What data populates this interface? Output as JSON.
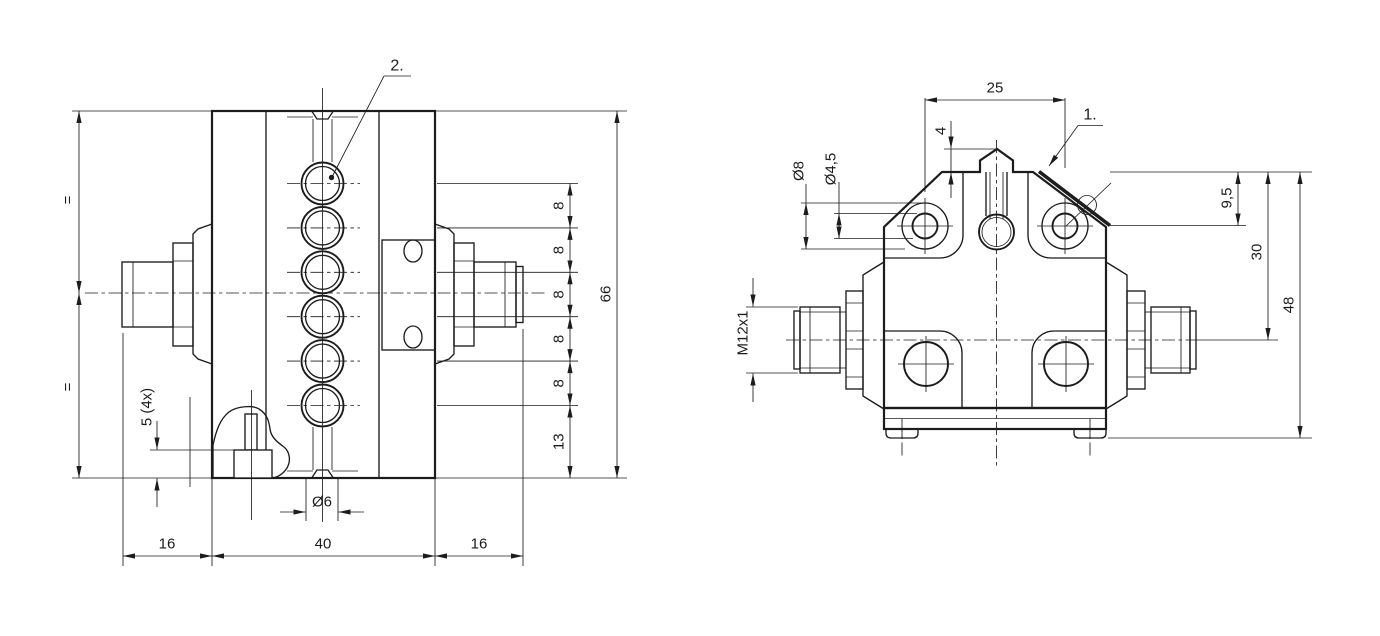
{
  "colors": {
    "line": "#1c1c1c",
    "background": "#ffffff"
  },
  "left_view": {
    "callout": "2.",
    "dims": {
      "equal_upper": "=",
      "equal_lower": "=",
      "hole_pitch": [
        "8",
        "8",
        "8",
        "8",
        "8"
      ],
      "bottom_offset": "13",
      "overall_height": "66",
      "counterbore_depth": "5 (4x)",
      "hole_diameter": "Ø6",
      "left_width": "16",
      "body_width": "40",
      "right_width": "16"
    }
  },
  "right_view": {
    "callout": "1.",
    "dims": {
      "hole_spacing": "25",
      "peak_height": "4",
      "counterbore_diameter": "Ø8",
      "hole_diameter": "Ø4,5",
      "thread": "M12x1",
      "top_hole_offset": "9,5",
      "port_axis_offset": "30",
      "overall_height": "48"
    }
  }
}
